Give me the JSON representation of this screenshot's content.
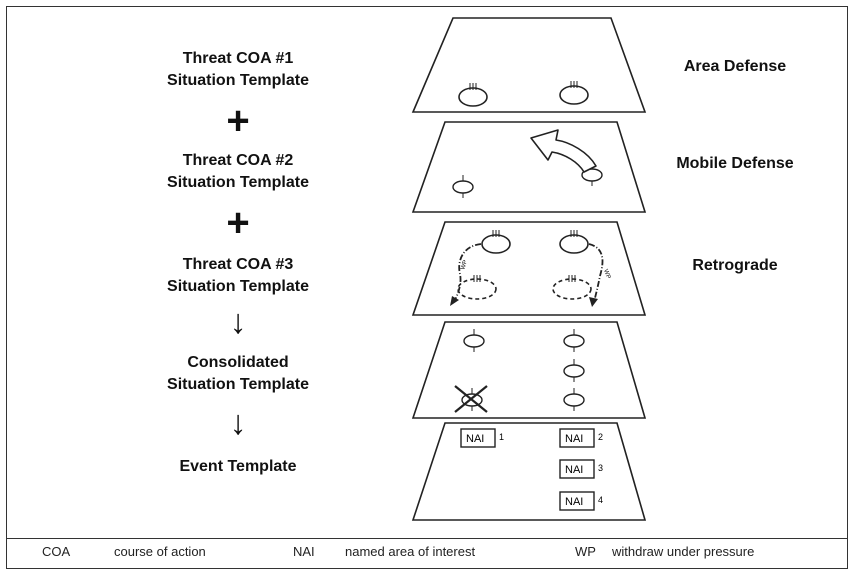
{
  "steps": [
    {
      "line1": "Threat COA #1",
      "line2": "Situation Template",
      "connector": "+"
    },
    {
      "line1": "Threat COA #2",
      "line2": "Situation Template",
      "connector": "+"
    },
    {
      "line1": "Threat COA #3",
      "line2": "Situation Template",
      "connector": "↓"
    },
    {
      "line1": "Consolidated",
      "line2": "Situation Template",
      "connector": "↓"
    },
    {
      "line1": "Event Template",
      "line2": ""
    }
  ],
  "overlay_labels": [
    "Area Defense",
    "Mobile Defense",
    "Retrograde"
  ],
  "nai": {
    "label": "NAI",
    "numbers": [
      "1",
      "2",
      "3",
      "4"
    ]
  },
  "legend": [
    {
      "abbr": "COA",
      "meaning": "course of action"
    },
    {
      "abbr": "NAI",
      "meaning": "named area of interest"
    },
    {
      "abbr": "WP",
      "meaning": "withdraw under pressure"
    }
  ]
}
